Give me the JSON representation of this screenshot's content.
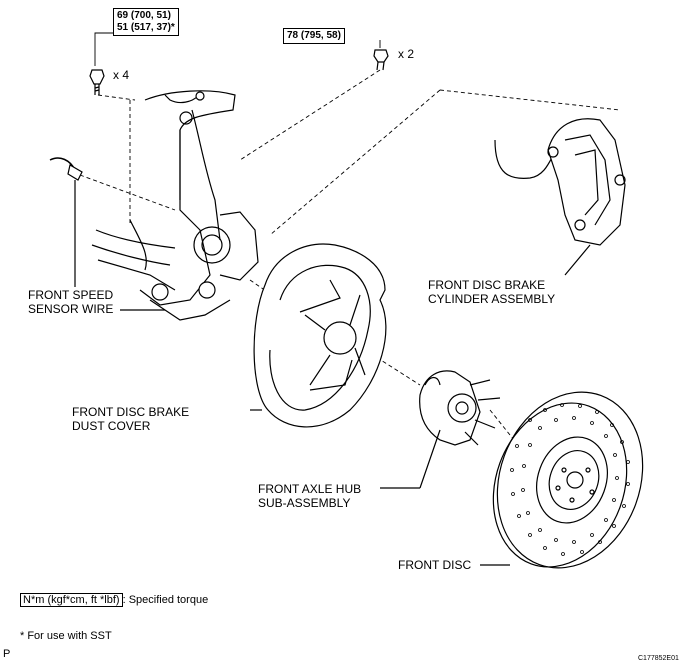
{
  "torque_specs": {
    "knuckle_bolts": {
      "line1": "69 (700, 51)",
      "line2": "51 (517, 37)*",
      "quantity": "x 4"
    },
    "caliper_bolts": {
      "line1": "78 (795, 58)",
      "quantity": "x 2"
    }
  },
  "parts": {
    "speed_sensor": {
      "line1": "FRONT SPEED",
      "line2": "SENSOR WIRE"
    },
    "caliper": {
      "line1": "FRONT DISC BRAKE",
      "line2": "CYLINDER ASSEMBLY"
    },
    "dust_cover": {
      "line1": "FRONT DISC BRAKE",
      "line2": "DUST COVER"
    },
    "axle_hub": {
      "line1": "FRONT AXLE HUB",
      "line2": "SUB-ASSEMBLY"
    },
    "disc": {
      "line1": "FRONT DISC"
    }
  },
  "legend": {
    "unit_box": "N*m (kgf*cm, ft *lbf)",
    "unit_text": ": Specified torque"
  },
  "footnote": "* For use with SST",
  "corner_mark": "P",
  "figure_code": "C177852E01"
}
